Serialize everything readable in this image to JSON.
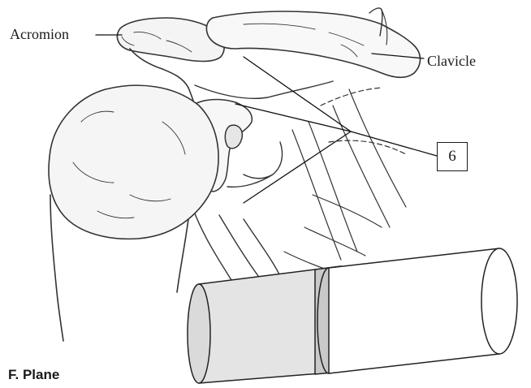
{
  "figure": {
    "labels": {
      "acromion": "Acromion",
      "clavicle": "Clavicle"
    },
    "callout_number": "6",
    "panel_caption": "F. Plane"
  }
}
